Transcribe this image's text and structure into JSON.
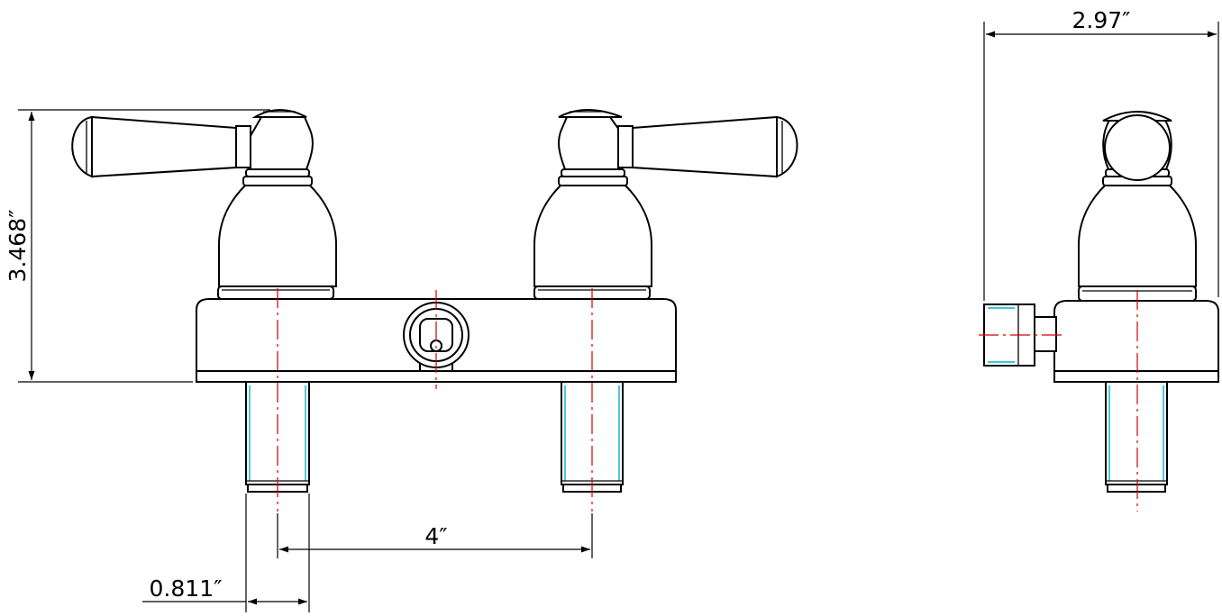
{
  "dimensions": {
    "height": "3.468″",
    "depth": "2.97″",
    "spacing": "4″",
    "stem_width": "0.811″"
  }
}
